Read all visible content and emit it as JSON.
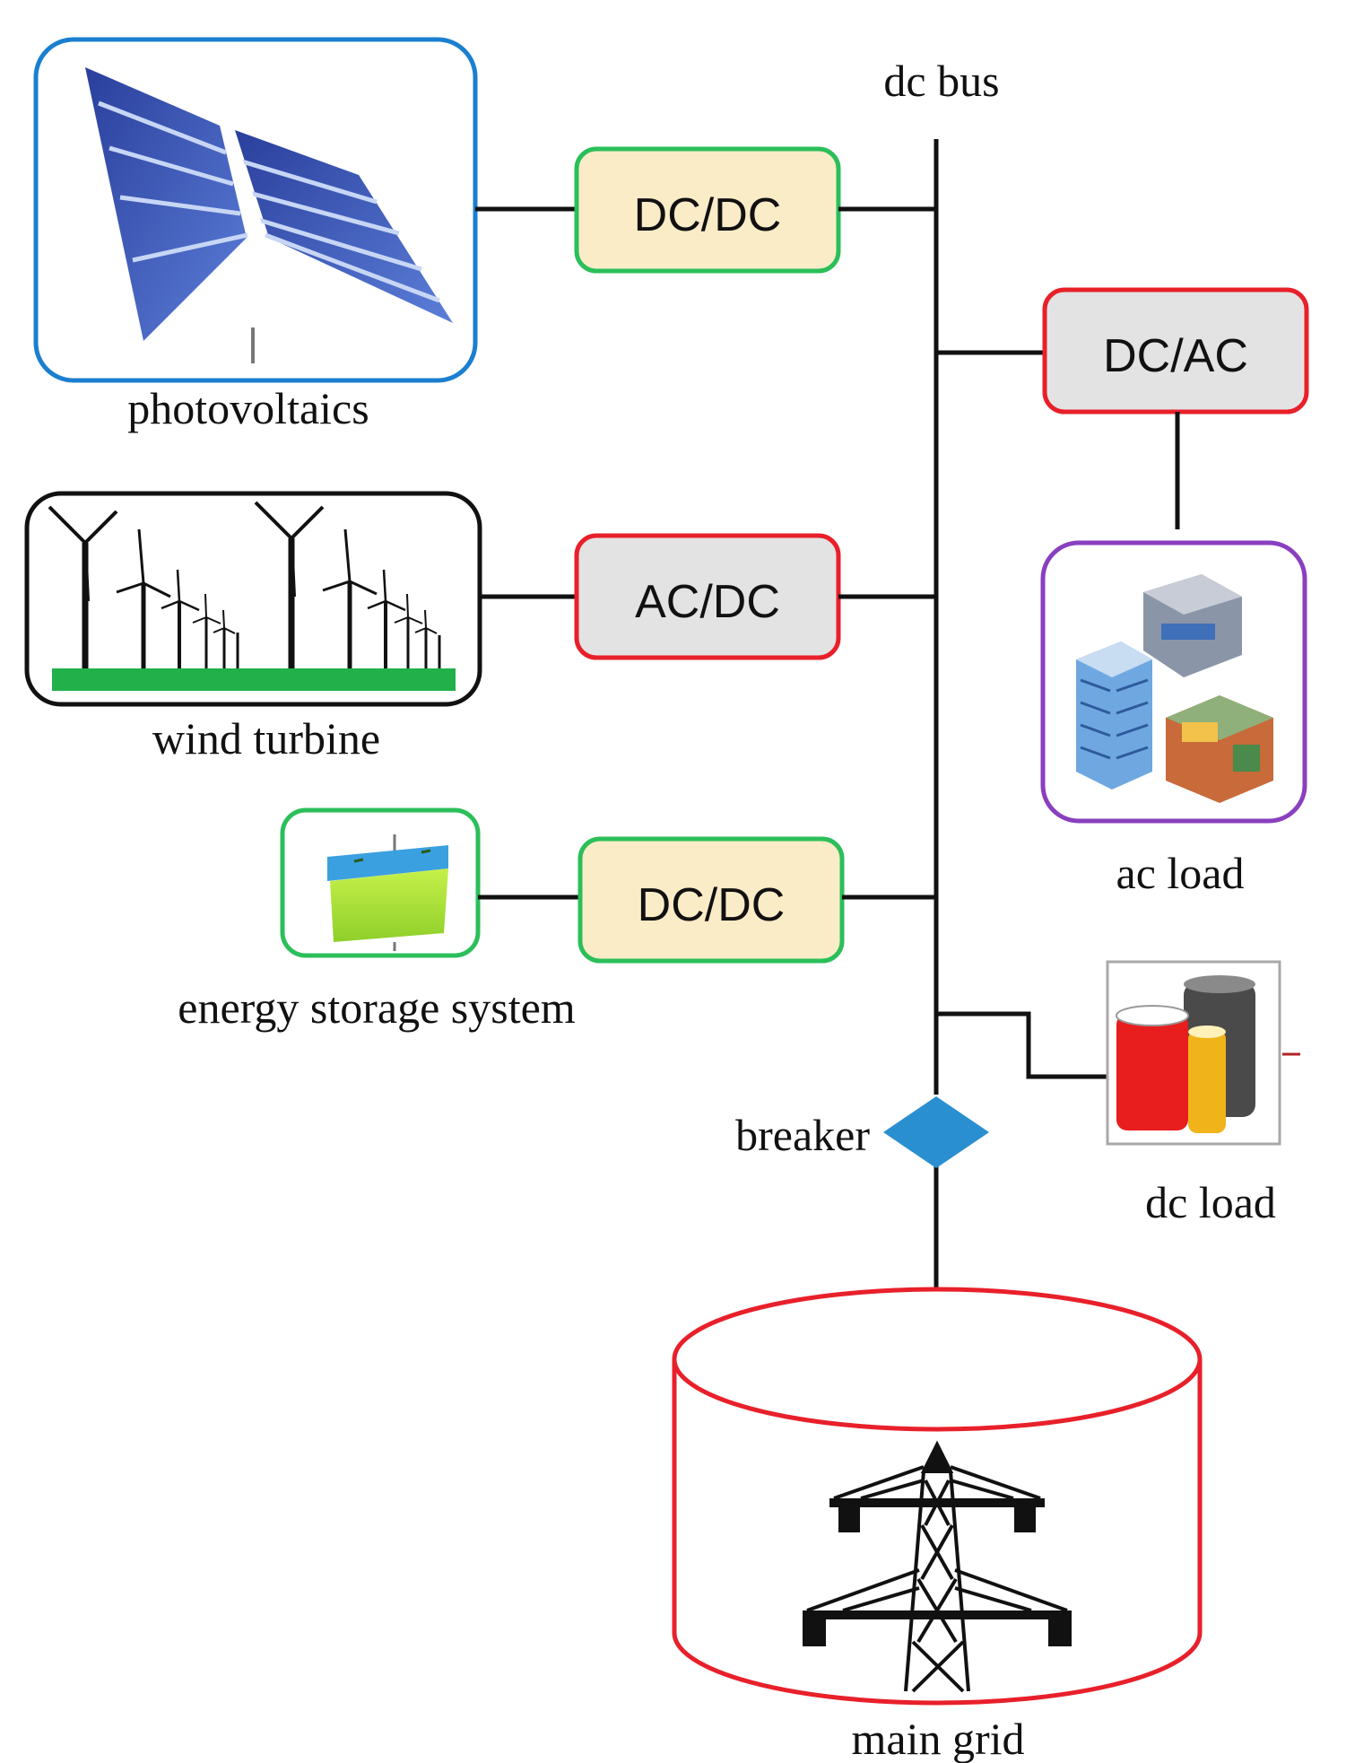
{
  "labels": {
    "dc_bus": "dc bus",
    "photovoltaics": "photovoltaics",
    "wind_turbine": "wind turbine",
    "energy_storage": "energy storage system",
    "ac_load": "ac load",
    "dc_load": "dc load",
    "breaker": "breaker",
    "main_grid": "main grid"
  },
  "converters": {
    "pv": "DC/DC",
    "wind": "AC/DC",
    "storage": "DC/DC",
    "ac_load": "DC/AC"
  },
  "icons": {
    "pv": "solar-panel-icon",
    "wind": "wind-turbine-icon",
    "storage": "battery-icon",
    "ac_load": "buildings-icon",
    "dc_load": "dc-load-cells-icon",
    "breaker": "breaker-diamond-icon",
    "grid": "transmission-tower-icon"
  },
  "colors": {
    "pv_frame": "#1a7fd0",
    "wind_frame": "#111111",
    "storage_frame": "#2bbf5a",
    "ac_load_frame": "#8a3fbf",
    "dcdc_border": "#2bbf5a",
    "dcdc_fill": "#fbecc8",
    "acdc_border": "#e8202a",
    "acdc_fill": "#e3e3e3",
    "breaker": "#2a8fd0",
    "grid": "#e8202a"
  }
}
